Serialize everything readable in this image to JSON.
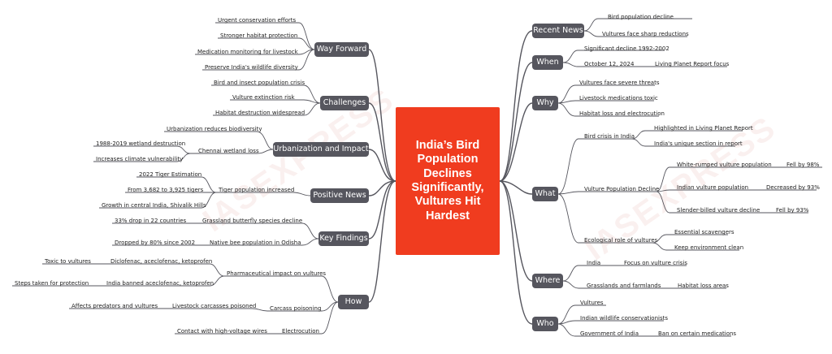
{
  "watermark": "IASEXPRESS",
  "center_title": "India’s Bird Population Declines Significantly, Vultures Hit Hardest",
  "colors": {
    "center": "#f03c1f",
    "branch": "#56565e",
    "line": "#56565e"
  },
  "right": {
    "recent_news": {
      "label": "Recent News",
      "items": [
        "Bird population decline",
        "Vultures face sharp reductions"
      ]
    },
    "when": {
      "label": "When",
      "items": [
        "Significant decline 1992-2002",
        "October 12, 2024",
        "Living Planet Report focus"
      ]
    },
    "why": {
      "label": "Why",
      "items": [
        "Vultures face severe threats",
        "Livestock medications toxic",
        "Habitat loss and electrocution"
      ]
    },
    "what": {
      "label": "What",
      "bird_crisis": {
        "label": "Bird crisis in India",
        "items": [
          "Highlighted in Living Planet Report",
          "India's unique section in report"
        ]
      },
      "vulture_decline": {
        "label": "Vulture Population Decline",
        "items": [
          {
            "name": "White-rumped vulture population",
            "detail": "Fell by 98%"
          },
          {
            "name": "Indian vulture population",
            "detail": "Decreased by 93%"
          },
          {
            "name": "Slender-billed vulture decline",
            "detail": "Fell by 93%"
          }
        ]
      },
      "ecological": {
        "label": "Ecological role of vultures",
        "items": [
          "Essential scavengers",
          "Keep environment clean"
        ]
      }
    },
    "where": {
      "label": "Where",
      "items": [
        "India",
        "Focus on vulture crisis",
        "Grasslands and farmlands",
        "Habitat loss areas"
      ]
    },
    "who": {
      "label": "Who",
      "items": [
        "Vultures",
        "Indian wildlife conservationists",
        "Government of India",
        "Ban on certain medications"
      ]
    }
  },
  "left": {
    "way_forward": {
      "label": "Way Forward",
      "items": [
        "Urgent conservation efforts",
        "Stronger habitat protection",
        "Medication monitoring for livestock",
        "Preserve India's wildlife diversity"
      ]
    },
    "challenges": {
      "label": "Challenges",
      "items": [
        "Bird and insect population crisis",
        "Vulture extinction risk",
        "Habitat destruction widespread"
      ]
    },
    "urbanization": {
      "label": "Urbanization and Impact",
      "items": [
        "Urbanization reduces biodiversity",
        "Chennai wetland loss",
        "1988-2019 wetland destruction",
        "Increases climate vulnerability"
      ]
    },
    "positive_news": {
      "label": "Positive News",
      "items": [
        "Tiger population increased",
        "2022 Tiger Estimation",
        "From 3,682 to 3,925 tigers",
        "Growth in central India, Shivalik Hills"
      ]
    },
    "key_findings": {
      "label": "Key Findings",
      "items": [
        "Grassland butterfly species decline",
        "33% drop in 22 countries",
        "Native bee population in Odisha",
        "Dropped by 80% since 2002"
      ]
    },
    "how": {
      "label": "How",
      "pharma": {
        "label": "Pharmaceutical impact on vultures",
        "items": [
          "Diclofenac, aceclofenac, ketoprofen",
          "Toxic to vultures",
          "India banned aceclofenac, ketoprofen",
          "Steps taken for protection"
        ]
      },
      "carcass": {
        "label": "Carcass poisoning",
        "items": [
          "Livestock carcasses poisoned",
          "Affects predators and vultures"
        ]
      },
      "electro": {
        "label": "Electrocution",
        "items": [
          "Contact with high-voltage wires"
        ]
      }
    }
  }
}
